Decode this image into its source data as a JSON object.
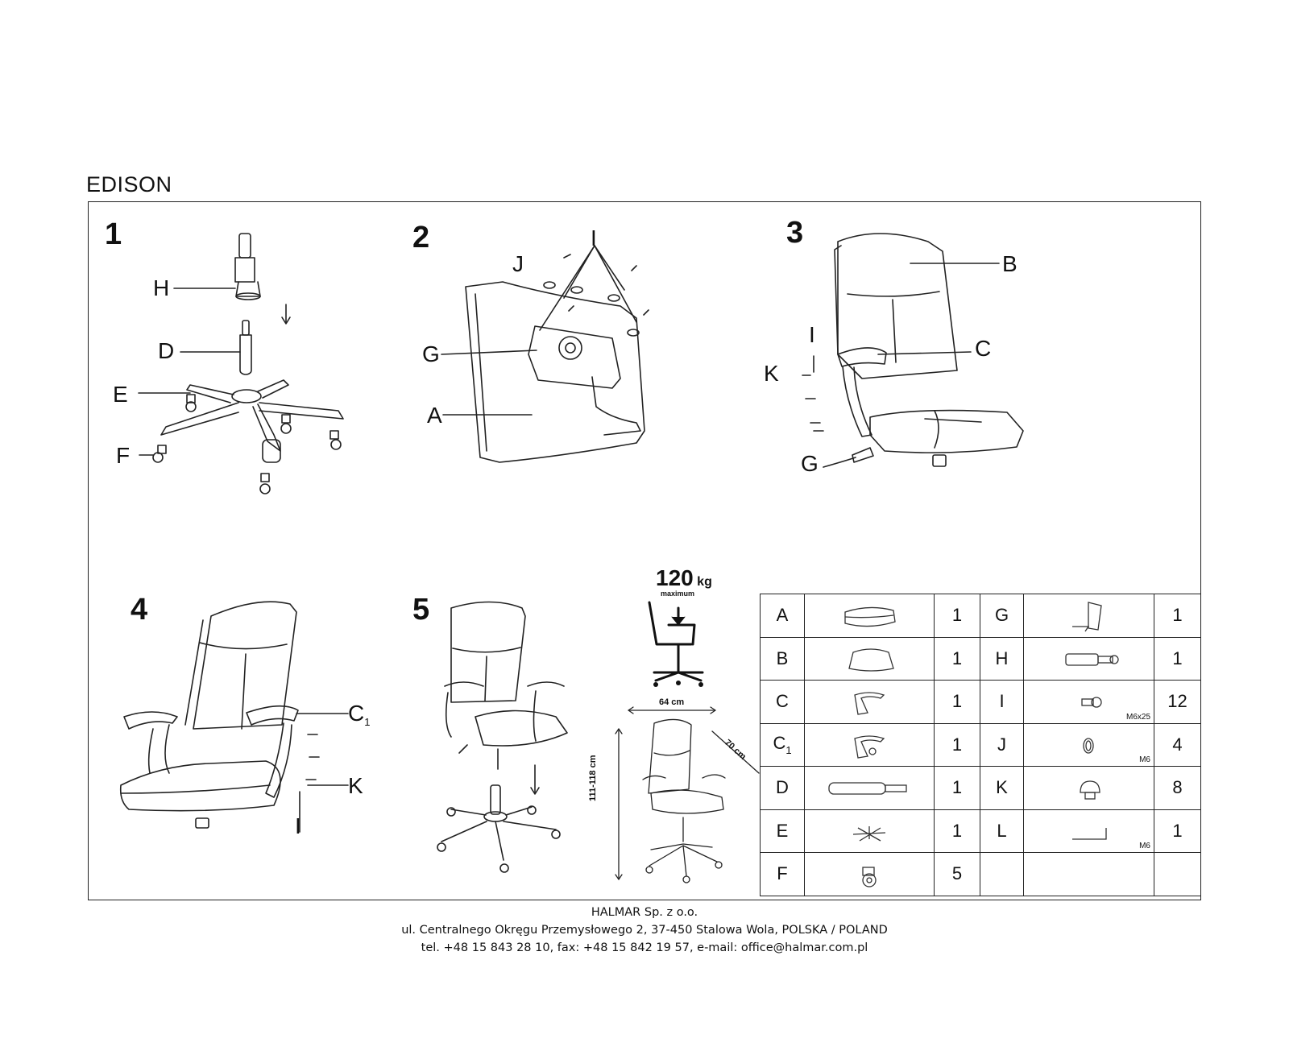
{
  "title": "EDISON",
  "steps": [
    {
      "number": "1",
      "labels": [
        "H",
        "D",
        "E",
        "F"
      ]
    },
    {
      "number": "2",
      "labels": [
        "I",
        "J",
        "G",
        "A"
      ]
    },
    {
      "number": "3",
      "labels": [
        "B",
        "C",
        "I",
        "K",
        "G"
      ]
    },
    {
      "number": "4",
      "labels": [
        "C",
        "K",
        "I"
      ]
    },
    {
      "number": "5",
      "labels": []
    }
  ],
  "weight": {
    "value": "120",
    "unit": "kg",
    "note": "maximum"
  },
  "dimensions": {
    "width": "64 cm",
    "depth": "70 cm",
    "height": "111-118 cm"
  },
  "parts": [
    {
      "left": {
        "id": "A",
        "qty": "1",
        "size": ""
      },
      "right": {
        "id": "G",
        "qty": "1",
        "size": ""
      }
    },
    {
      "left": {
        "id": "B",
        "qty": "1",
        "size": ""
      },
      "right": {
        "id": "H",
        "qty": "1",
        "size": ""
      }
    },
    {
      "left": {
        "id": "C",
        "qty": "1",
        "size": ""
      },
      "right": {
        "id": "I",
        "qty": "12",
        "size": "M6x25"
      }
    },
    {
      "left": {
        "id": "C",
        "sub": "1",
        "qty": "1",
        "size": ""
      },
      "right": {
        "id": "J",
        "qty": "4",
        "size": "M6"
      }
    },
    {
      "left": {
        "id": "D",
        "qty": "1",
        "size": ""
      },
      "right": {
        "id": "K",
        "qty": "8",
        "size": ""
      }
    },
    {
      "left": {
        "id": "E",
        "qty": "1",
        "size": ""
      },
      "right": {
        "id": "L",
        "qty": "1",
        "size": "M6"
      }
    },
    {
      "left": {
        "id": "F",
        "qty": "5",
        "size": ""
      },
      "right": {
        "id": "",
        "qty": "",
        "size": ""
      }
    }
  ],
  "footer": {
    "company": "HALMAR Sp. z o.o.",
    "address": "ul. Centralnego Okręgu Przemysłowego 2, 37-450 Stalowa Wola, POLSKA / POLAND",
    "contact": "tel. +48 15 843 28 10, fax: +48 15 842 19 57, e-mail: office@halmar.com.pl"
  }
}
